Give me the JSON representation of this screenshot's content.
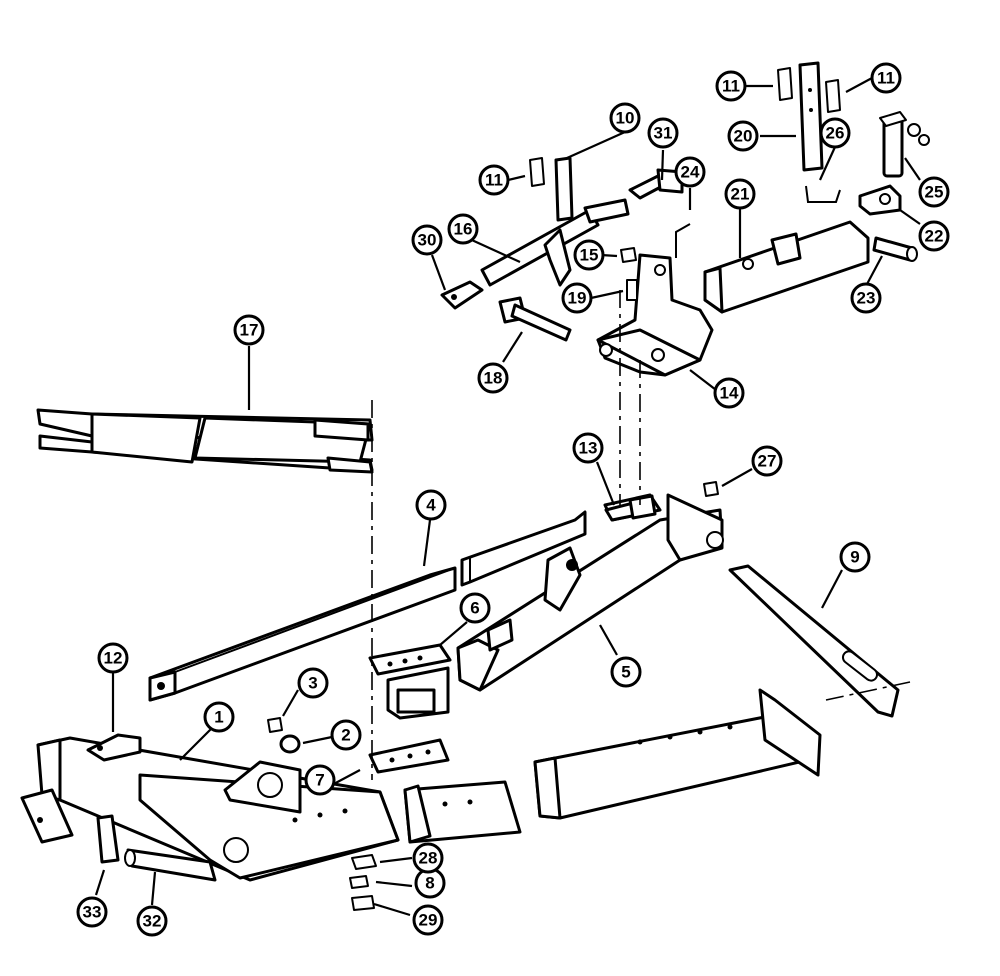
{
  "diagram": {
    "type": "exploded-parts-view",
    "callouts": [
      "1",
      "2",
      "3",
      "4",
      "5",
      "6",
      "7",
      "8",
      "9",
      "10",
      "11",
      "11",
      "11",
      "12",
      "13",
      "14",
      "15",
      "16",
      "17",
      "18",
      "19",
      "20",
      "21",
      "22",
      "23",
      "24",
      "25",
      "26",
      "27",
      "28",
      "29",
      "30",
      "31",
      "32",
      "33"
    ]
  },
  "callout_labels": {
    "c1": "1",
    "c2": "2",
    "c3": "3",
    "c4": "4",
    "c5": "5",
    "c6": "6",
    "c7": "7",
    "c8": "8",
    "c9": "9",
    "c10": "10",
    "c11a": "11",
    "c11b": "11",
    "c11c": "11",
    "c12": "12",
    "c13": "13",
    "c14": "14",
    "c15": "15",
    "c16": "16",
    "c17": "17",
    "c18": "18",
    "c19": "19",
    "c20": "20",
    "c21": "21",
    "c22": "22",
    "c23": "23",
    "c24": "24",
    "c25": "25",
    "c26": "26",
    "c27": "27",
    "c28": "28",
    "c29": "29",
    "c30": "30",
    "c31": "31",
    "c32": "32",
    "c33": "33"
  }
}
